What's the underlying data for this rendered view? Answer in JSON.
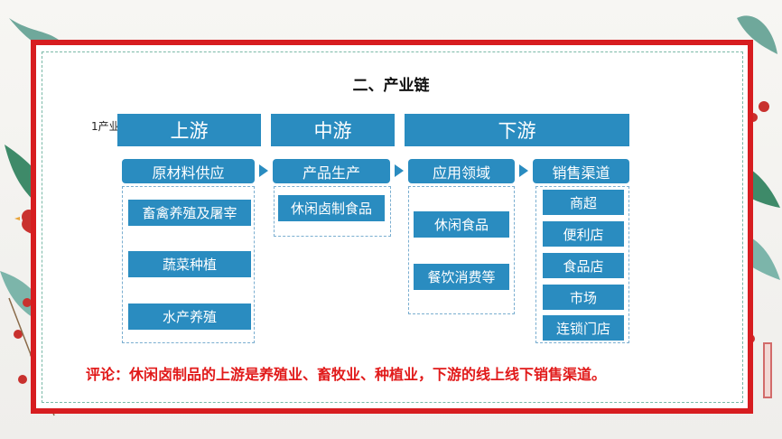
{
  "slide": {
    "title": "二、产业链",
    "subtitle": "1产业",
    "comment": "评论：休闲卤制品的上游是养殖业、畜牧业、种植业，下游的线上线下销售渠道。"
  },
  "diagram": {
    "headers": [
      "上游",
      "中游",
      "下游"
    ],
    "stages": [
      "原材料供应",
      "产品生产",
      "应用领域",
      "销售渠道"
    ],
    "raw_materials": [
      "畜禽养殖及屠宰",
      "蔬菜种植",
      "水产养殖"
    ],
    "production": [
      "休闲卤制食品"
    ],
    "applications": [
      "休闲食品",
      "餐饮消费等"
    ],
    "channels": [
      "商超",
      "便利店",
      "食品店",
      "市场",
      "连锁门店"
    ]
  },
  "colors": {
    "frame": "#d71d20",
    "accent": "#2a8cc0",
    "comment": "#e11a1a"
  },
  "decorations": [
    "holly-leaves",
    "red-berries",
    "red-bird",
    "candy-cane"
  ]
}
